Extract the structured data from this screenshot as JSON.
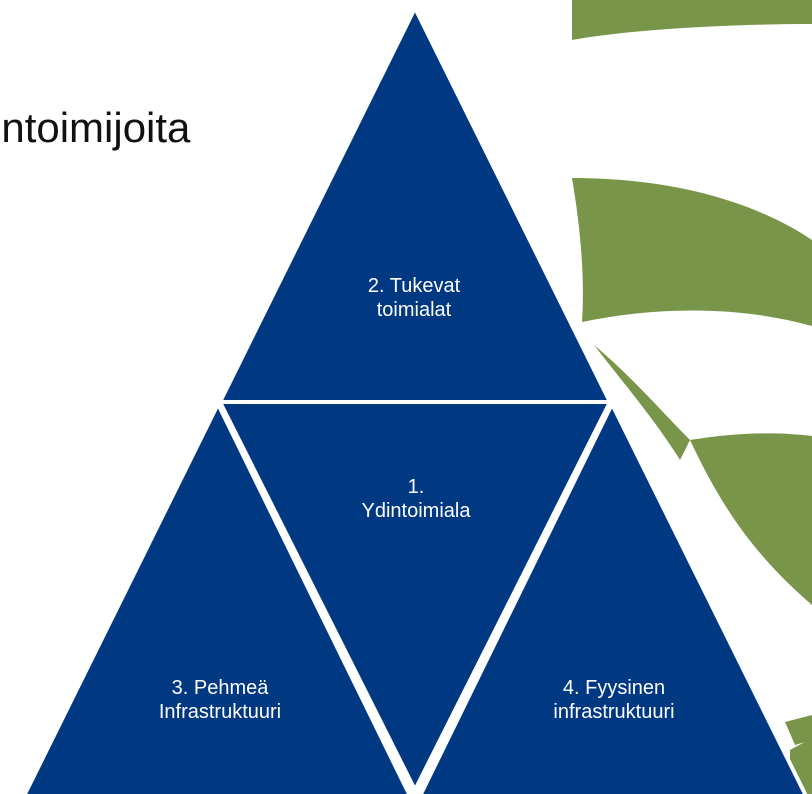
{
  "title": "intoimijoita",
  "colors": {
    "triangle_fill": "#003882",
    "triangle_stroke": "#ffffff",
    "accent_green": "#79954a",
    "title_text": "#111111",
    "label_text": "#ffffff"
  },
  "triangles": {
    "top": {
      "line1": "2. Tukevat",
      "line2": "toimialat"
    },
    "center": {
      "line1": "1.",
      "line2": "Ydintoimiala"
    },
    "left": {
      "line1": "3. Pehmeä",
      "line2": "Infrastruktuuri"
    },
    "right": {
      "line1": "4. Fyysinen",
      "line2": "infrastruktuuri"
    }
  }
}
